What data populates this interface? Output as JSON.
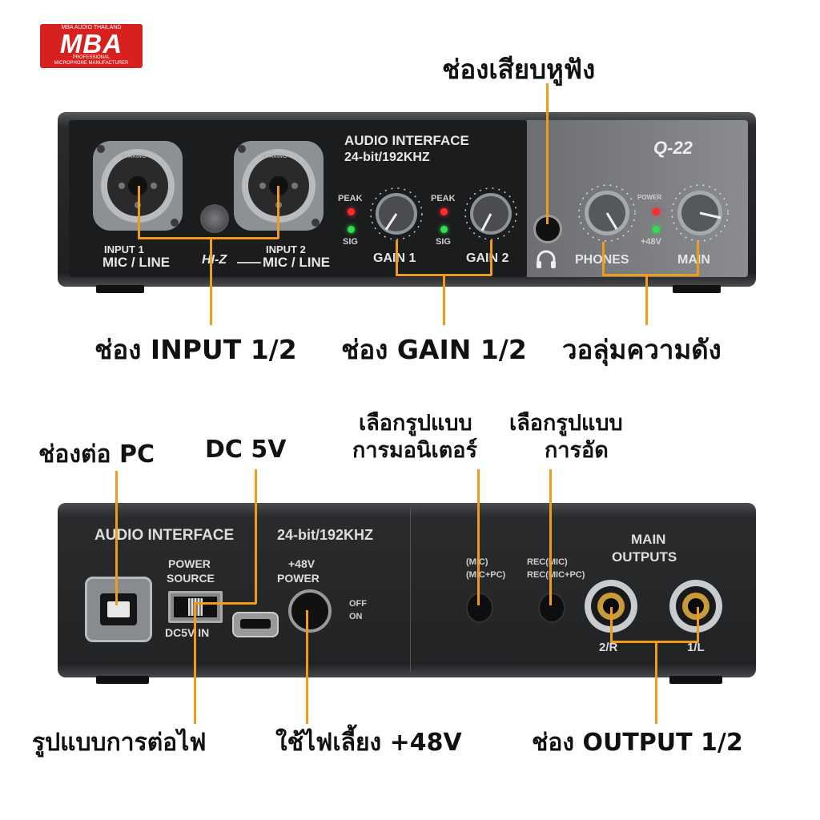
{
  "logo": {
    "brand": "MBA",
    "top_text": "MBA AUDIO THAILAND",
    "sub_line1": "PROFESSIONAL",
    "sub_line2": "MICROPHONE MANUFACTURER",
    "color": "#d8201e"
  },
  "front": {
    "title": "AUDIO INTERFACE",
    "spec": "24-bit/192KHZ",
    "model": "Q-22",
    "input1_label_a": "INPUT 1",
    "input1_label_b": "MIC / LINE",
    "input2_label_a": "INPUT 2",
    "input2_label_b": "MIC / LINE",
    "hiz": "HI-Z",
    "peak1": "PEAK",
    "sig1": "SIG",
    "peak2": "PEAK",
    "sig2": "SIG",
    "gain1": "GAIN 1",
    "gain2": "GAIN 2",
    "power": "POWER",
    "plus48": "+48V",
    "phones": "PHONES",
    "main": "MAIN",
    "xlr_brand": "HUAXING"
  },
  "back": {
    "title": "AUDIO INTERFACE",
    "spec": "24-bit/192KHZ",
    "power_source_a": "POWER",
    "power_source_b": "SOURCE",
    "dc5v_in": "DC5V IN",
    "phantom_a": "+48V",
    "phantom_b": "POWER",
    "off": "OFF",
    "on": "ON",
    "mon_mic": "(MIC)",
    "mon_micpc": "(MIC+PC)",
    "rec_mic": "REC(MIC)",
    "rec_micpc": "REC(MIC+PC)",
    "main_outputs_a": "MAIN",
    "main_outputs_b": "OUTPUTS",
    "out_2r": "2/R",
    "out_1l": "1/L"
  },
  "callouts": {
    "headphone_jack": "ช่องเสียบหูฟัง",
    "input": "ช่อง INPUT 1/2",
    "gain": "ช่อง GAIN 1/2",
    "volume": "วอลุ่มความดัง",
    "pc_port": "ช่องต่อ PC",
    "dc5v": "DC 5V",
    "monitor_line1": "เลือกรูปแบบ",
    "monitor_line2": "การมอนิเตอร์",
    "record_line1": "เลือกรูปแบบ",
    "record_line2": "การอัด",
    "power_mode": "รูปแบบการต่อไฟ",
    "phantom": "ใช้ไฟเลี้ยง +48V",
    "output": "ช่อง OUTPUT 1/2"
  },
  "colors": {
    "callout_line": "#f29a1a",
    "device_body": "#2b2c2e",
    "led_red": "#ff2a2a",
    "led_green": "#2ee04a"
  }
}
